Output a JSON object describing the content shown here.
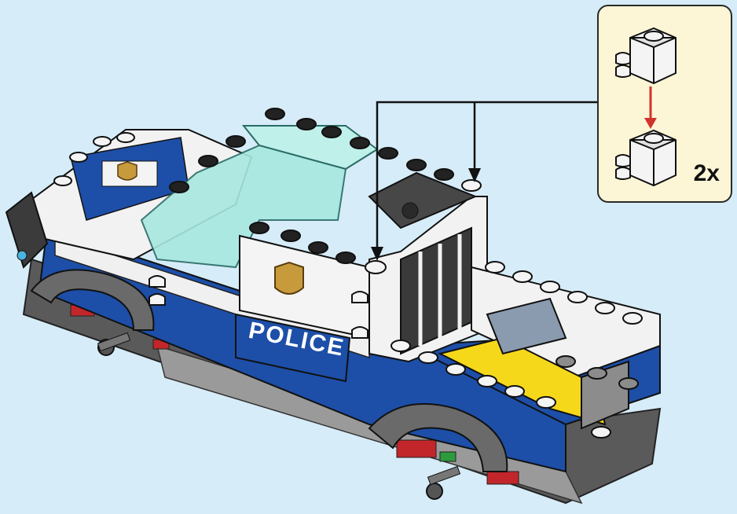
{
  "vehicle": {
    "door_label": "POLICE"
  },
  "callout": {
    "quantity": "2x",
    "from_part": "brick-1x1-with-clip",
    "to_part": "brick-1x1-with-clip",
    "arrow_color": "#d0342c"
  },
  "colors": {
    "background": "#d6ecf8",
    "callout_bg": "#fdf6d6",
    "body_blue": "#1d4fa8",
    "body_white": "#f4f4f4",
    "dark_gray": "#4a4a4a",
    "trans_cyan": "#a8e8e0",
    "yellow": "#f5d81a",
    "badge_gold": "#c79a3c"
  },
  "icons": [
    "pointer-arrow",
    "badge-icon",
    "clip-brick-icon"
  ]
}
